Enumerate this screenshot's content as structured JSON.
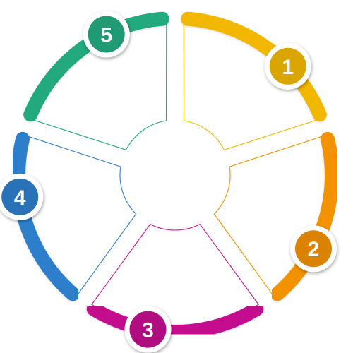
{
  "segments": [
    {
      "label": "1",
      "color": "#F2B705",
      "dark": "#DBA500"
    },
    {
      "label": "2",
      "color": "#F29200",
      "dark": "#DB8200"
    },
    {
      "label": "3",
      "color": "#C4108E",
      "dark": "#B00E80"
    },
    {
      "label": "4",
      "color": "#2F7FCB",
      "dark": "#2A72B8"
    },
    {
      "label": "5",
      "color": "#23A97E",
      "dark": "#1F9A72"
    }
  ]
}
